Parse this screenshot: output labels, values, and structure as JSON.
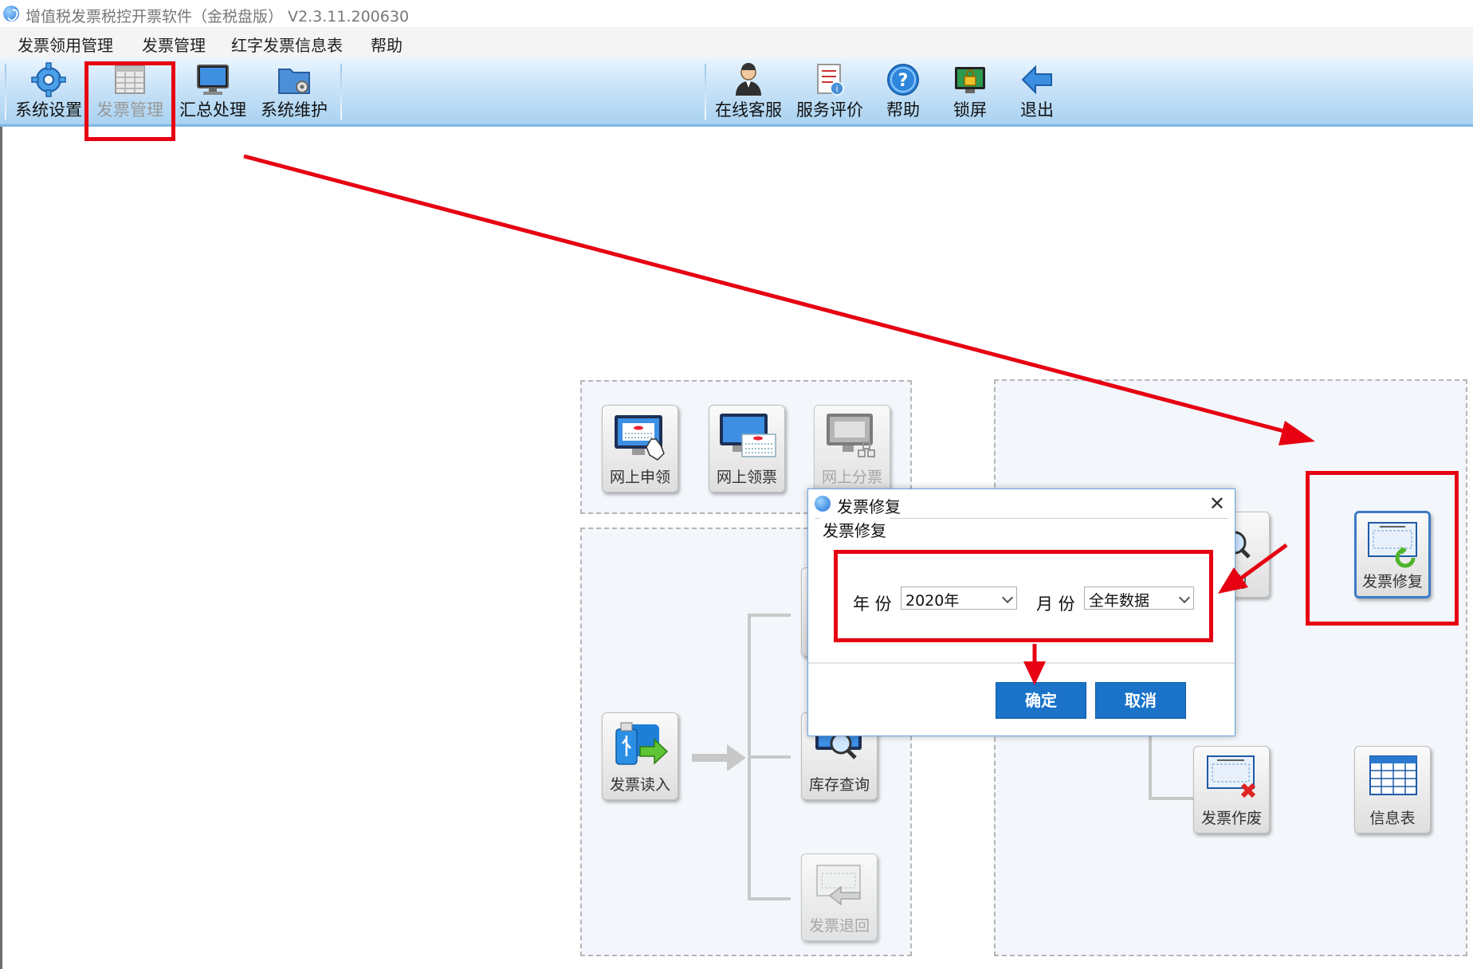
{
  "window": {
    "title": "增值税发票税控开票软件（金税盘版） V2.3.11.200630"
  },
  "menubar": {
    "items": [
      "发票领用管理",
      "发票管理",
      "红字发票信息表",
      "帮助"
    ]
  },
  "toolbar": {
    "left": [
      {
        "label": "系统设置",
        "icon": "gear-icon"
      },
      {
        "label": "发票管理",
        "icon": "invoice-grid-icon"
      },
      {
        "label": "汇总处理",
        "icon": "monitor-icon"
      },
      {
        "label": "系统维护",
        "icon": "folder-gear-icon"
      }
    ],
    "right": [
      {
        "label": "在线客服",
        "icon": "support-agent-icon"
      },
      {
        "label": "服务评价",
        "icon": "rating-icon"
      },
      {
        "label": "帮助",
        "icon": "help-icon"
      },
      {
        "label": "锁屏",
        "icon": "lock-screen-icon"
      },
      {
        "label": "退出",
        "icon": "exit-arrow-icon"
      }
    ]
  },
  "tiles": {
    "online_apply": "网上申领",
    "online_receive": "网上领票",
    "online_distribute": "网上分票",
    "invoice_import": "发票读入",
    "inventory_query": "库存查询",
    "invoice_return": "发票退回",
    "invoice_query": "查询",
    "invoice_void": "发票作废",
    "invoice_repair": "发票修复",
    "info_table": "信息表"
  },
  "dialog": {
    "title": "发票修复",
    "group_label": "发票修复",
    "year_label": "年 份",
    "year_value": "2020年",
    "month_label": "月 份",
    "month_value": "全年数据",
    "ok": "确定",
    "cancel": "取消"
  },
  "colors": {
    "annotation_red": "#e60012",
    "button_blue": "#1a73c9",
    "toolbar_blue": "#a9d2f1"
  }
}
